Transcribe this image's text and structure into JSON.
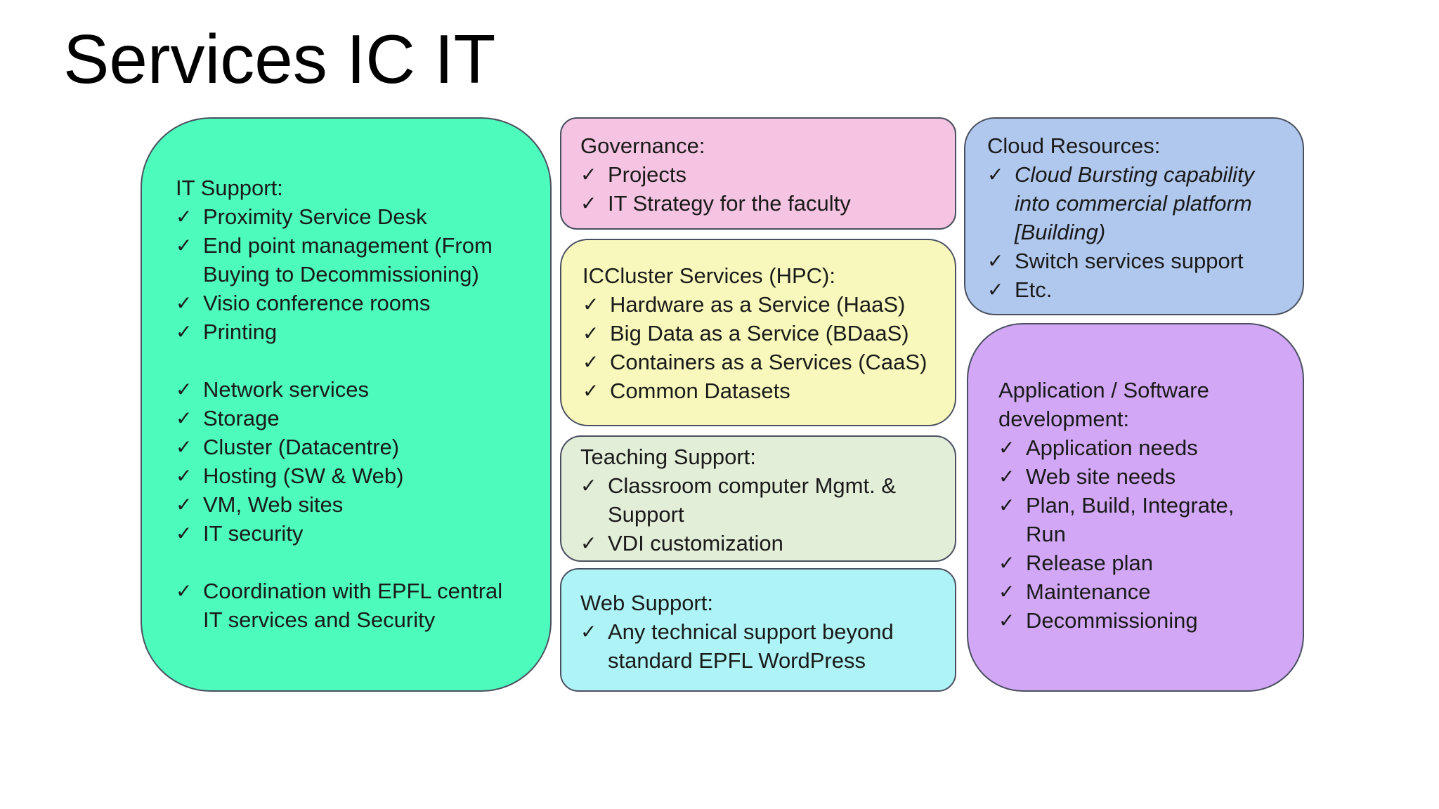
{
  "slide": {
    "title": "Services IC IT"
  },
  "colors": {
    "it_support_fill": "#4dfcbc",
    "governance_fill": "#f5c4e2",
    "iccluster_fill": "#f8f8bc",
    "teaching_fill": "#e2eed8",
    "web_fill": "#aef4f6",
    "cloud_fill": "#b0c8ee",
    "app_fill": "#d2a8f6",
    "border": "#4a5060"
  },
  "check_glyph": "✓",
  "boxes": {
    "it_support": {
      "heading": "IT Support:",
      "items": [
        "Proximity Service Desk",
        "End point management (From Buying to Decommissioning)",
        "Visio conference rooms",
        "Printing",
        "Network services",
        "Storage",
        "Cluster (Datacentre)",
        "Hosting (SW & Web)",
        "VM, Web sites",
        "IT security",
        "Coordination with EPFL central IT services and Security"
      ]
    },
    "governance": {
      "heading": "Governance:",
      "items": [
        "Projects",
        "IT Strategy for the faculty"
      ]
    },
    "iccluster": {
      "heading": "ICCluster Services (HPC):",
      "items": [
        "Hardware as a Service (HaaS)",
        "Big Data as a Service (BDaaS)",
        "Containers as a Services (CaaS)",
        "Common Datasets"
      ]
    },
    "teaching": {
      "heading": "Teaching Support:",
      "items": [
        "Classroom computer Mgmt. & Support",
        "VDI customization"
      ]
    },
    "web": {
      "heading": "Web Support:",
      "items": [
        "Any technical support beyond standard EPFL WordPress"
      ]
    },
    "cloud": {
      "heading": "Cloud Resources:",
      "items": [
        "Cloud Bursting capability into commercial platform [Building)",
        "Switch services support",
        "Etc."
      ]
    },
    "app": {
      "heading": "Application / Software development:",
      "items": [
        "Application needs",
        "Web site needs",
        "Plan, Build, Integrate, Run",
        "Release plan",
        "Maintenance",
        "Decommissioning"
      ]
    }
  }
}
